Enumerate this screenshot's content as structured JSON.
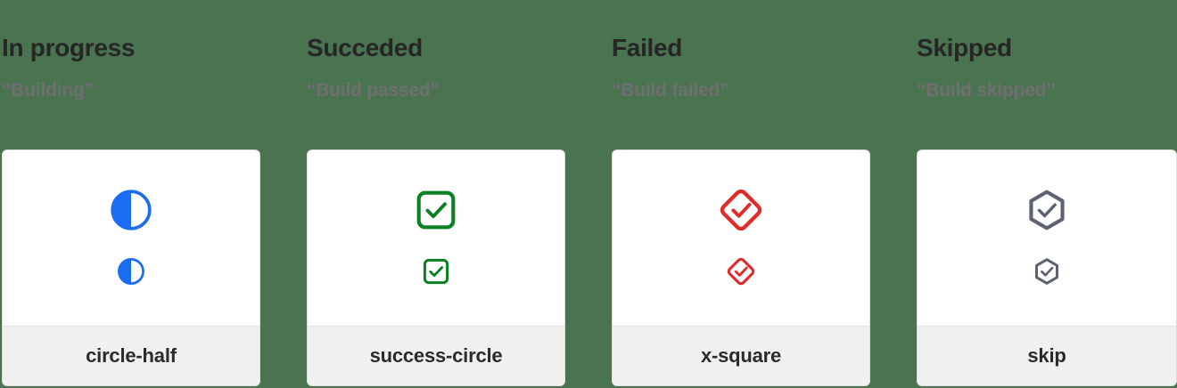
{
  "page": {
    "background_color": "#4a7350",
    "card_background": "#ffffff",
    "card_footer_background": "#f0f0f0",
    "heading_color": "#262626",
    "subheading_color": "#6f6f72"
  },
  "columns": [
    {
      "heading": "In progress",
      "subheading": "“Building”",
      "card_label": "circle-half",
      "icon_name": "circle-half-icon",
      "icon_color": "#1a6cf0"
    },
    {
      "heading": "Succeded",
      "subheading": "“Build passed”",
      "card_label": "success-circle",
      "icon_name": "success-circle-icon",
      "icon_color": "#0a8020"
    },
    {
      "heading": "Failed",
      "subheading": "“Build failed”",
      "card_label": "x-square",
      "icon_name": "x-square-icon",
      "icon_color": "#e02b2b"
    },
    {
      "heading": "Skipped",
      "subheading": "“Build skipped”",
      "card_label": "skip",
      "icon_name": "skip-icon",
      "icon_color": "#5c6270"
    }
  ]
}
